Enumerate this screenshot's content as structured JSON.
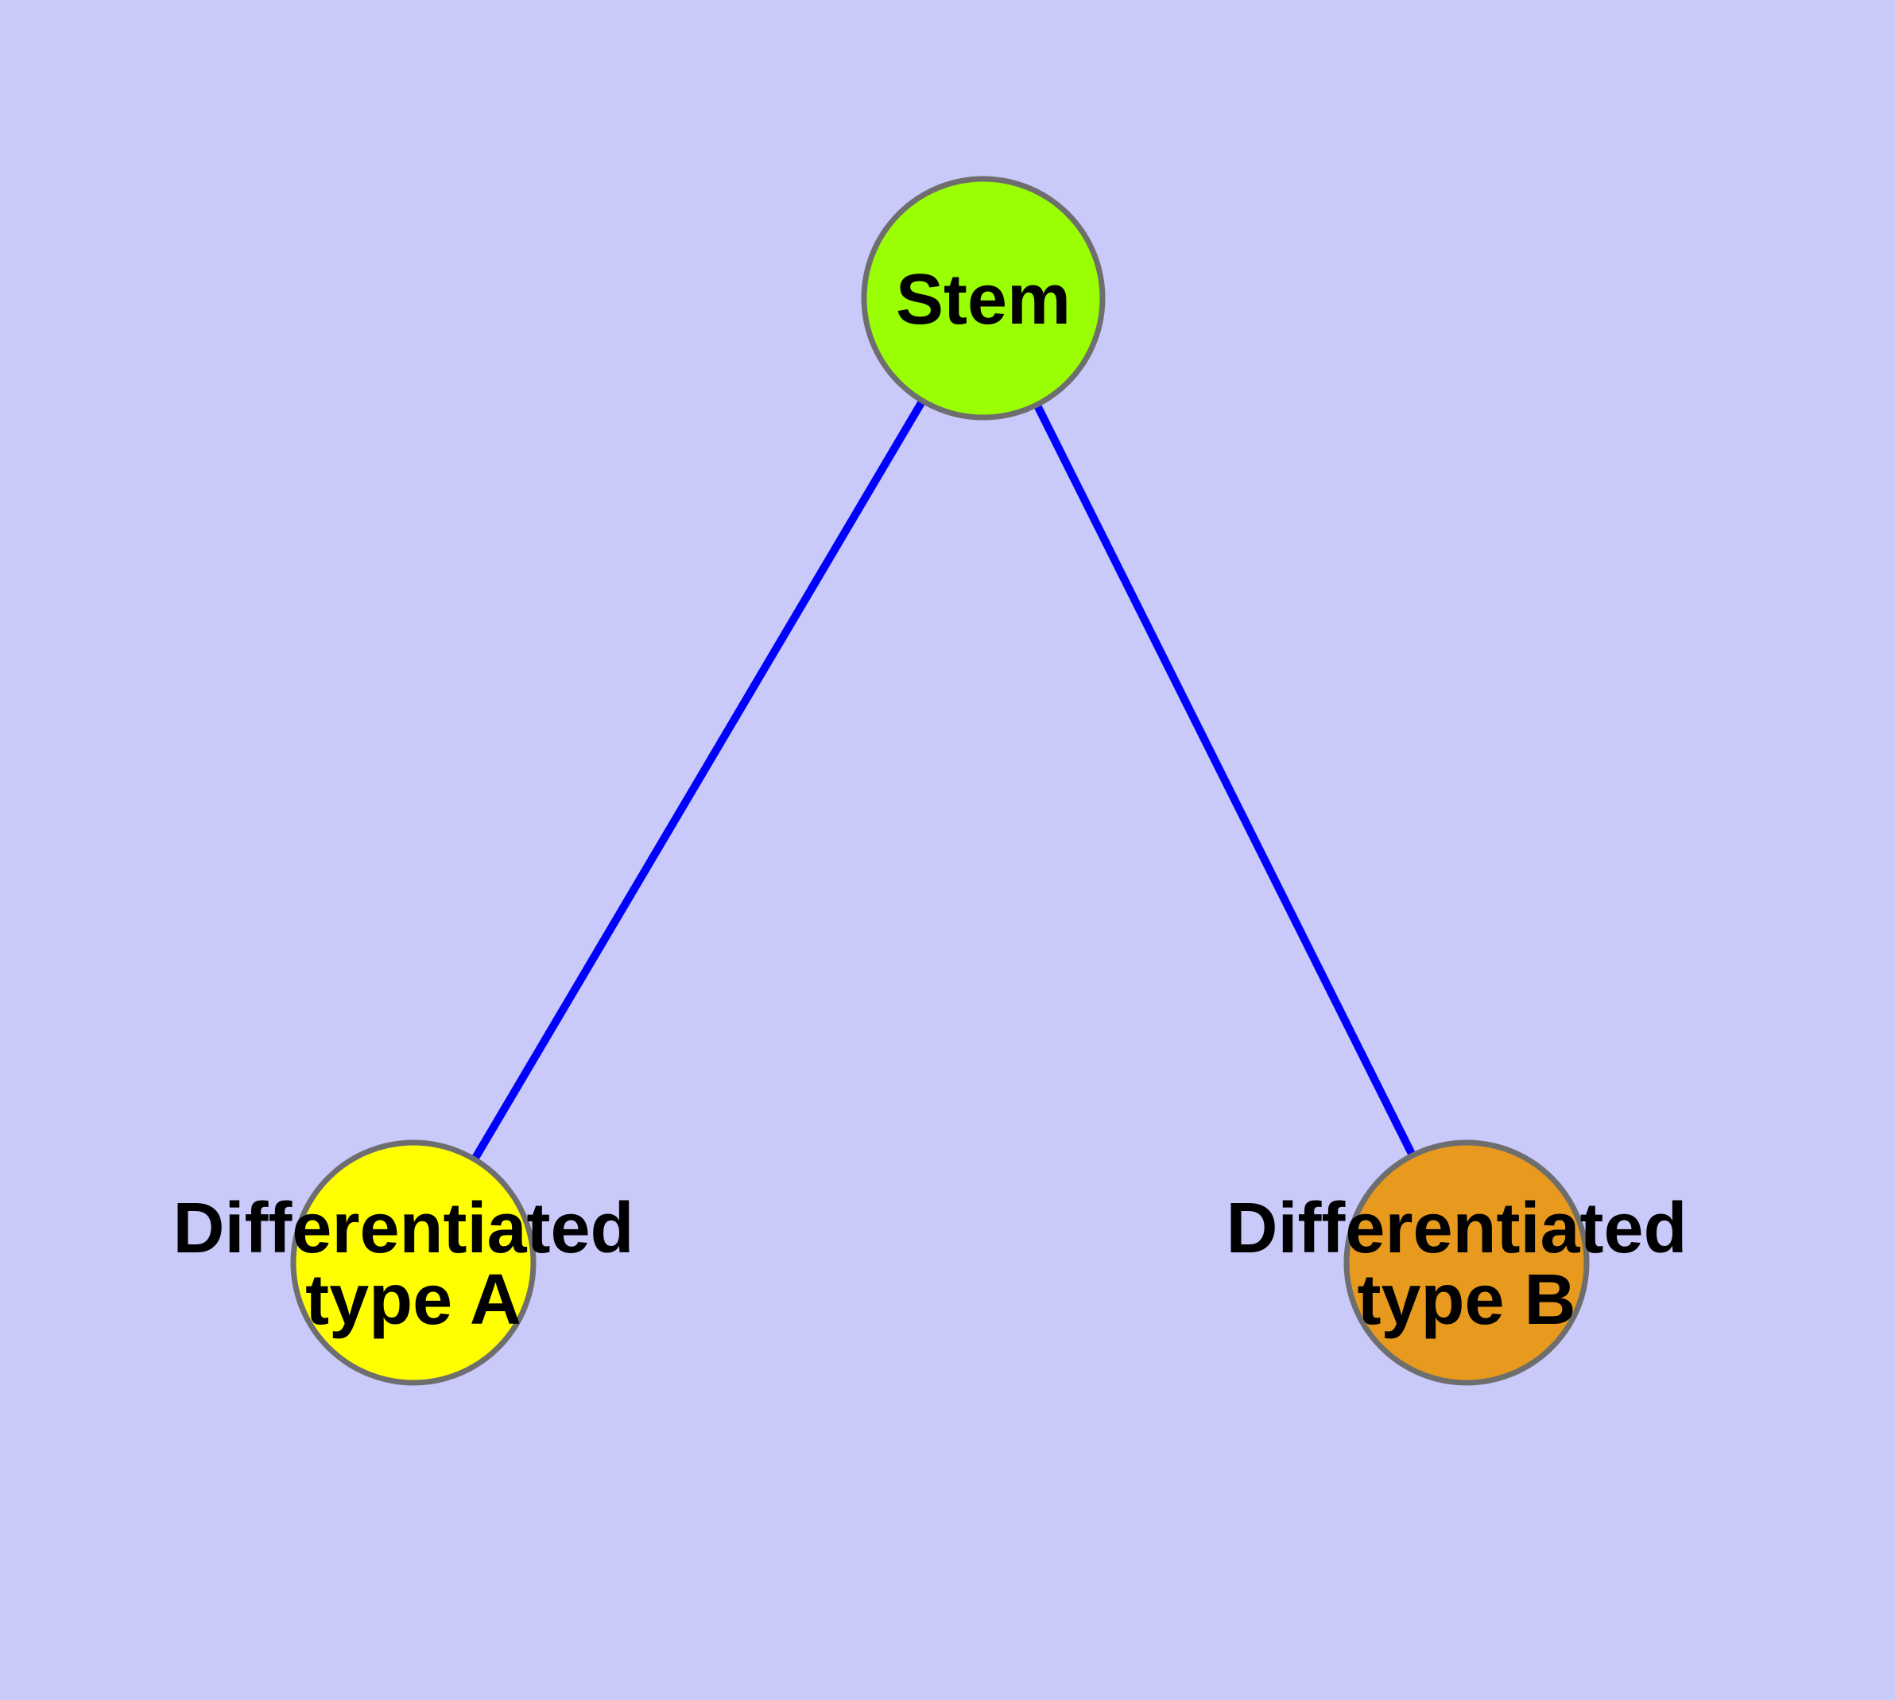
{
  "diagram": {
    "type": "node-link-graph",
    "description": "Stem cell differentiation diagram: a Stem node connected by two edges to two differentiated cell type nodes",
    "colors": {
      "background": "#C9C9FA",
      "edge_stroke": "#0000FF",
      "node_border": "#6E6E6E",
      "label_text": "#000000",
      "stem_fill": "#9AFF02",
      "type_a_fill": "#FFFF00",
      "type_b_fill": "#E79A1D"
    },
    "nodes": {
      "stem": {
        "label": "Stem",
        "fill": "#9AFF02"
      },
      "type_a": {
        "label": "Differentiated type A",
        "lines": [
          "Differentiated",
          "type A"
        ],
        "fill": "#FFFF00"
      },
      "type_b": {
        "label": "Differentiated type B",
        "lines": [
          "Differentiated",
          "type B"
        ],
        "fill": "#E79A1D"
      }
    },
    "edges": [
      {
        "from": "Stem",
        "to": "Differentiated type A"
      },
      {
        "from": "Stem",
        "to": "Differentiated type B"
      }
    ]
  }
}
